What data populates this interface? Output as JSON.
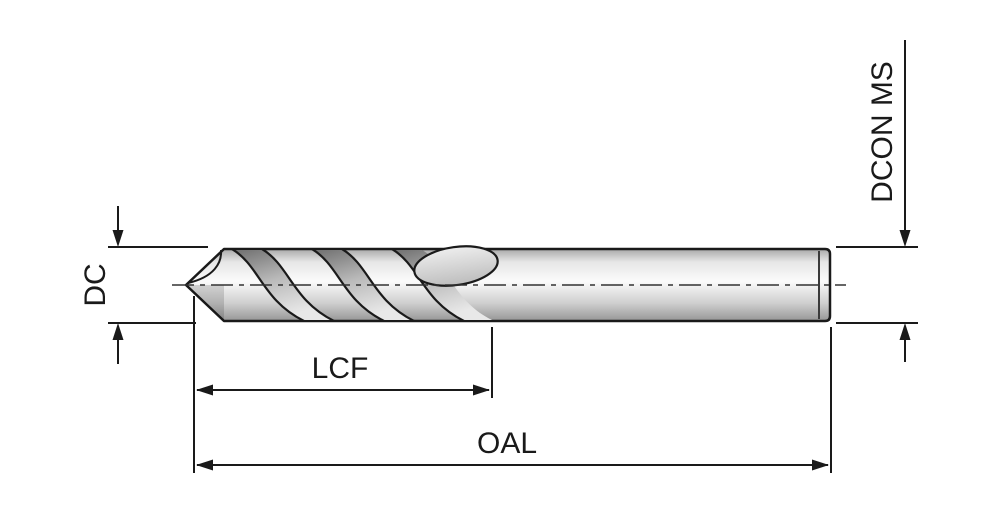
{
  "diagram": {
    "labels": {
      "dc": "DC",
      "dcon_ms": "DCON MS",
      "lcf": "LCF",
      "oal": "OAL"
    },
    "colors": {
      "line": "#1a1a1a",
      "background": "#ffffff"
    }
  }
}
